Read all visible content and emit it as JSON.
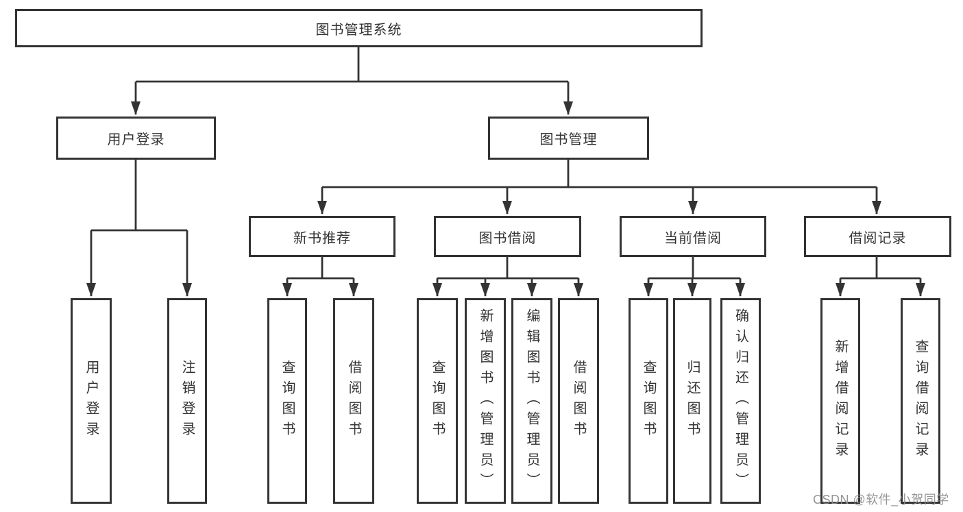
{
  "tree": {
    "root": {
      "id": "library-management-system",
      "label": "图书管理系统"
    },
    "children": [
      {
        "id": "user-login",
        "label": "用户登录",
        "children": [
          {
            "id": "user-login-leaf",
            "label": "用户登录"
          },
          {
            "id": "logout-leaf",
            "label": "注销登录"
          }
        ]
      },
      {
        "id": "book-management",
        "label": "图书管理",
        "children": [
          {
            "id": "new-book-recommendation",
            "label": "新书推荐",
            "children": [
              {
                "id": "query-books",
                "label": "查询图书"
              },
              {
                "id": "borrow-books",
                "label": "借阅图书"
              }
            ]
          },
          {
            "id": "book-borrowing",
            "label": "图书借阅",
            "children": [
              {
                "id": "query-books",
                "label": "查询图书"
              },
              {
                "id": "add-books-admin",
                "label": "新增图书（管理员）"
              },
              {
                "id": "edit-books-admin",
                "label": "编辑图书（管理员）"
              },
              {
                "id": "borrow-books",
                "label": "借阅图书"
              }
            ]
          },
          {
            "id": "current-borrowing",
            "label": "当前借阅",
            "children": [
              {
                "id": "query-books",
                "label": "查询图书"
              },
              {
                "id": "return-books",
                "label": "归还图书"
              },
              {
                "id": "confirm-return-admin",
                "label": "确认归还（管理员）"
              }
            ]
          },
          {
            "id": "borrowing-records",
            "label": "借阅记录",
            "children": [
              {
                "id": "add-borrowing-record",
                "label": "新增借阅记录"
              },
              {
                "id": "query-borrowing-record",
                "label": "查询借阅记录"
              }
            ]
          }
        ]
      }
    ]
  },
  "watermark": {
    "text": "CSDN @软件_小贺同学"
  },
  "colors": {
    "line": "#333333",
    "box_border": "#333333",
    "box_fill": "#ffffff",
    "text": "#333333",
    "watermark": "#8c8c8c",
    "background": "#ffffff"
  }
}
